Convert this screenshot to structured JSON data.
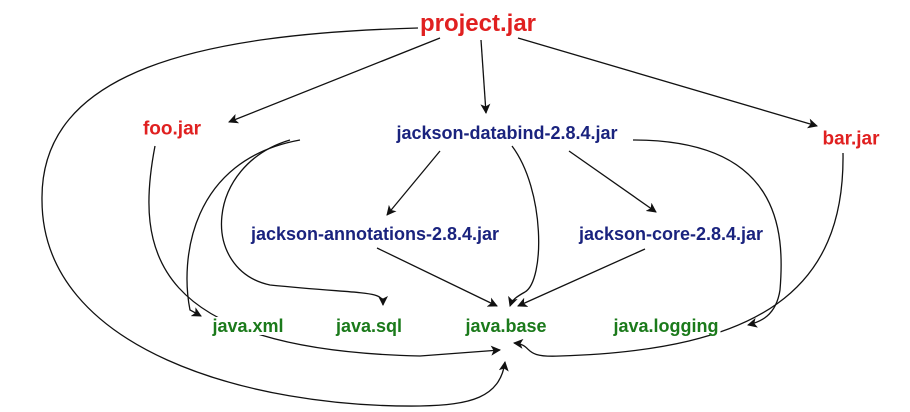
{
  "diagram": {
    "colors": {
      "root": "#e02020",
      "library": "#1a237e",
      "module": "#1b7a1b",
      "edge": "#111111"
    },
    "nodes": {
      "project": "project.jar",
      "foo": "foo.jar",
      "bar": "bar.jar",
      "databind": "jackson-databind-2.8.4.jar",
      "annotations": "jackson-annotations-2.8.4.jar",
      "core": "jackson-core-2.8.4.jar",
      "java_xml": "java.xml",
      "java_sql": "java.sql",
      "java_base": "java.base",
      "java_logging": "java.logging"
    },
    "edges": [
      [
        "project",
        "foo"
      ],
      [
        "project",
        "databind"
      ],
      [
        "project",
        "bar"
      ],
      [
        "project",
        "java_base"
      ],
      [
        "foo",
        "java_base"
      ],
      [
        "bar",
        "java_base"
      ],
      [
        "databind",
        "annotations"
      ],
      [
        "databind",
        "core"
      ],
      [
        "databind",
        "java_xml"
      ],
      [
        "databind",
        "java_sql"
      ],
      [
        "databind",
        "java_base"
      ],
      [
        "databind",
        "java_logging"
      ],
      [
        "annotations",
        "java_base"
      ],
      [
        "core",
        "java_base"
      ]
    ]
  }
}
